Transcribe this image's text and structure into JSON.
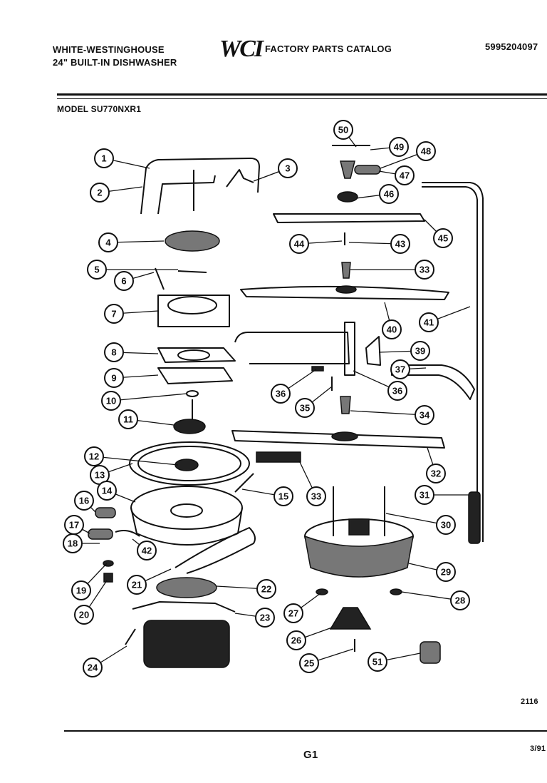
{
  "header": {
    "brand": "WHITE-WESTINGHOUSE",
    "product": "24\" BUILT-IN DISHWASHER",
    "logo": "WCI",
    "catalog": "FACTORY PARTS CATALOG",
    "catalog_number": "5995204097",
    "model": "MODEL SU770NXR1"
  },
  "footer": {
    "diagram_code": "2116",
    "page_label": "G1",
    "date": "3/91"
  },
  "callouts": [
    {
      "n": "1"
    },
    {
      "n": "2"
    },
    {
      "n": "3"
    },
    {
      "n": "4"
    },
    {
      "n": "5"
    },
    {
      "n": "6"
    },
    {
      "n": "7"
    },
    {
      "n": "8"
    },
    {
      "n": "9"
    },
    {
      "n": "10"
    },
    {
      "n": "11"
    },
    {
      "n": "12"
    },
    {
      "n": "13"
    },
    {
      "n": "14"
    },
    {
      "n": "15"
    },
    {
      "n": "16"
    },
    {
      "n": "17"
    },
    {
      "n": "18"
    },
    {
      "n": "19"
    },
    {
      "n": "20"
    },
    {
      "n": "21"
    },
    {
      "n": "22"
    },
    {
      "n": "23"
    },
    {
      "n": "24"
    },
    {
      "n": "25"
    },
    {
      "n": "26"
    },
    {
      "n": "27"
    },
    {
      "n": "28"
    },
    {
      "n": "29"
    },
    {
      "n": "30"
    },
    {
      "n": "31"
    },
    {
      "n": "32"
    },
    {
      "n": "33"
    },
    {
      "n": "33"
    },
    {
      "n": "34"
    },
    {
      "n": "35"
    },
    {
      "n": "36"
    },
    {
      "n": "36"
    },
    {
      "n": "37"
    },
    {
      "n": "39"
    },
    {
      "n": "40"
    },
    {
      "n": "41"
    },
    {
      "n": "42"
    },
    {
      "n": "43"
    },
    {
      "n": "44"
    },
    {
      "n": "45"
    },
    {
      "n": "46"
    },
    {
      "n": "47"
    },
    {
      "n": "48"
    },
    {
      "n": "49"
    },
    {
      "n": "50"
    },
    {
      "n": "51"
    }
  ]
}
